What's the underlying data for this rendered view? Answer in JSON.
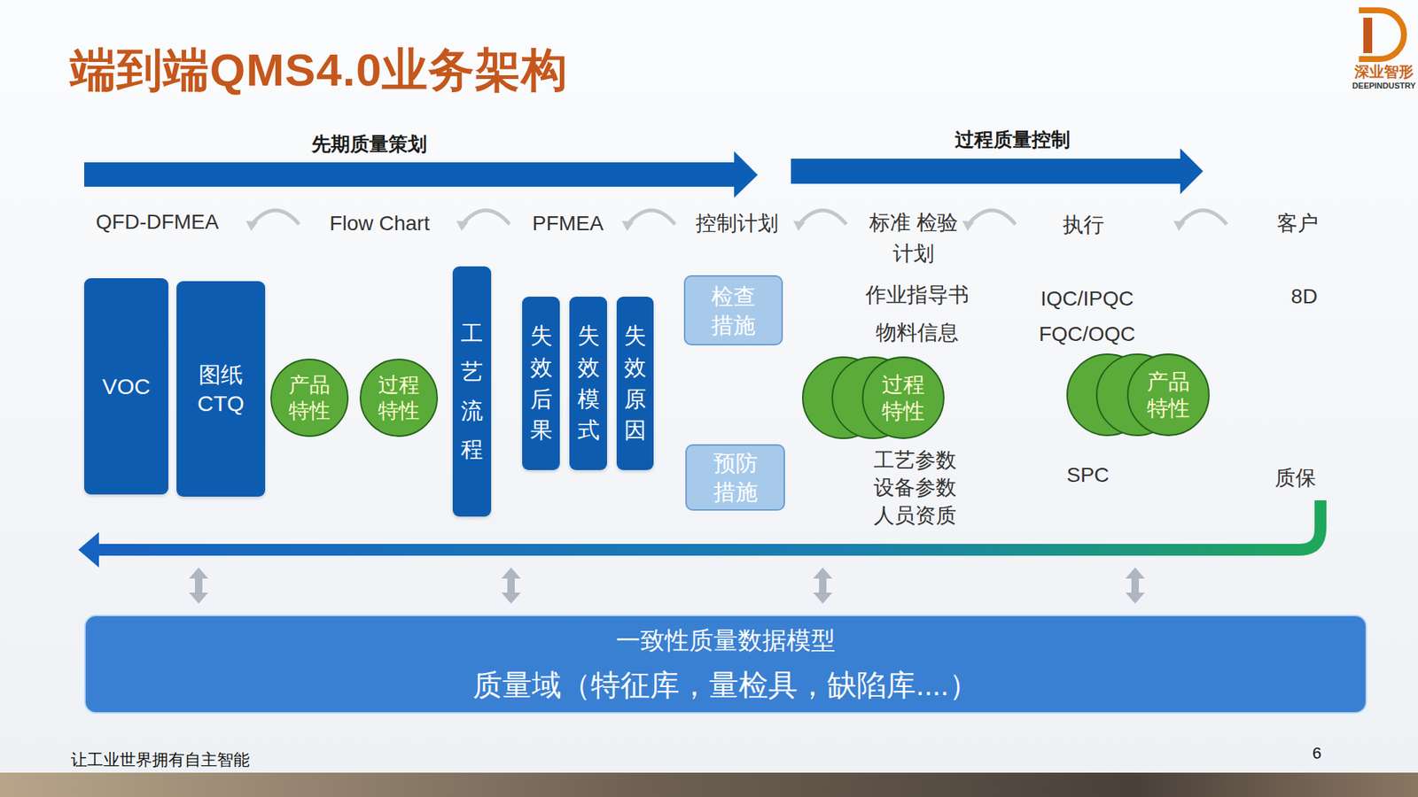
{
  "diagram": {
    "title": "端到端QMS4.0业务架构",
    "nodes": [
      {
        "text": [
          "VOC"
        ]
      },
      {
        "text": [
          "图纸 CTQ"
        ]
      },
      {
        "text": [
          "产品 特性"
        ]
      },
      {
        "text": [
          "过程 特性"
        ]
      },
      {
        "text": [
          "工 艺 流 程"
        ]
      },
      {
        "text": [
          "失 效 后 果"
        ]
      },
      {
        "text": [
          "失 效 模 式"
        ]
      },
      {
        "text": [
          "失 效 原 因"
        ]
      },
      {
        "text": [
          "检查 措施"
        ]
      },
      {
        "text": [
          "预防 措施"
        ]
      },
      {
        "text": [
          "过程 特性"
        ]
      },
      {
        "text": [
          "产品 特性"
        ]
      },
      {
        "text": [
          "一致性质量数据模型",
          "质量域（特征库，量检具，缺陷库....）"
        ]
      }
    ],
    "labels": [
      "先期质量策划",
      "过程质量控制",
      "QFD-DFMEA",
      "Flow Chart",
      "PFMEA",
      "控制计划",
      "标准 检验计划",
      "执行",
      "客户",
      "作业指导书",
      "物料信息",
      "工艺参数",
      "设备参数",
      "人员资质",
      "IQC/IPQC",
      "FQC/OQC",
      "SPC",
      "8D",
      "质保",
      "深业智形",
      "DEEPINDUSTRY",
      "让工业世界拥有自主智能",
      "6"
    ]
  }
}
